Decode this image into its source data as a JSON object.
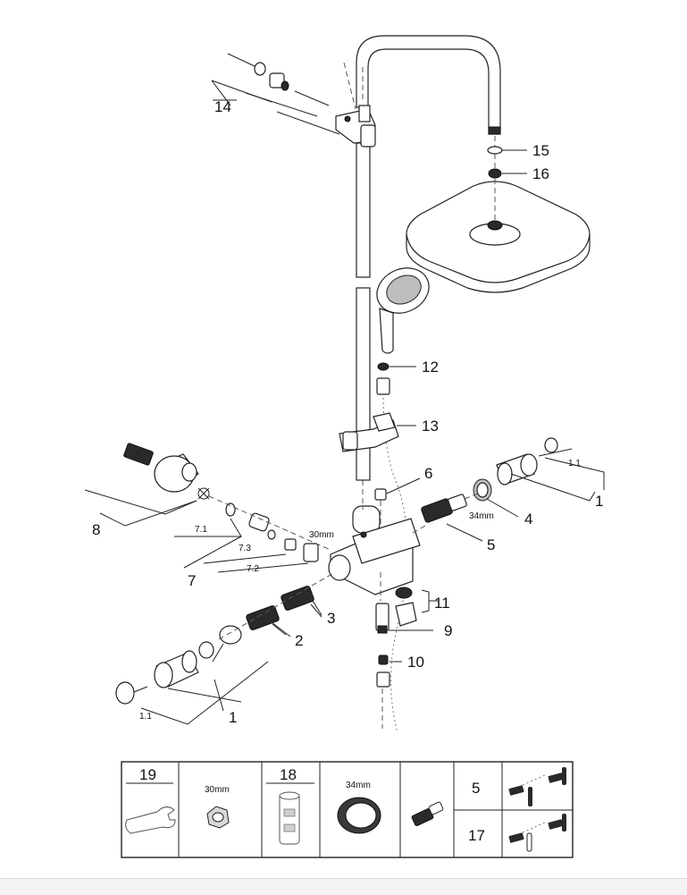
{
  "callouts": {
    "c1_right": "1",
    "c1_left": "1",
    "c1_1_right": "1.1",
    "c1_1_left": "1.1",
    "c2": "2",
    "c3": "3",
    "c4": "4",
    "c4_size": "34mm",
    "c5": "5",
    "c6": "6",
    "c7": "7",
    "c7_1": "7.1",
    "c7_2": "7.2",
    "c7_3": "7.3",
    "c7_size": "30mm",
    "c8": "8",
    "c9": "9",
    "c10": "10",
    "c11": "11",
    "c12": "12",
    "c13": "13",
    "c14": "14",
    "c15": "15",
    "c16": "16"
  },
  "accessory_table": {
    "tool_number": "19",
    "tool_size": "30mm",
    "sleeve_number": "18",
    "ring_size": "34mm",
    "kit_a_number": "5",
    "kit_b_number": "17"
  }
}
